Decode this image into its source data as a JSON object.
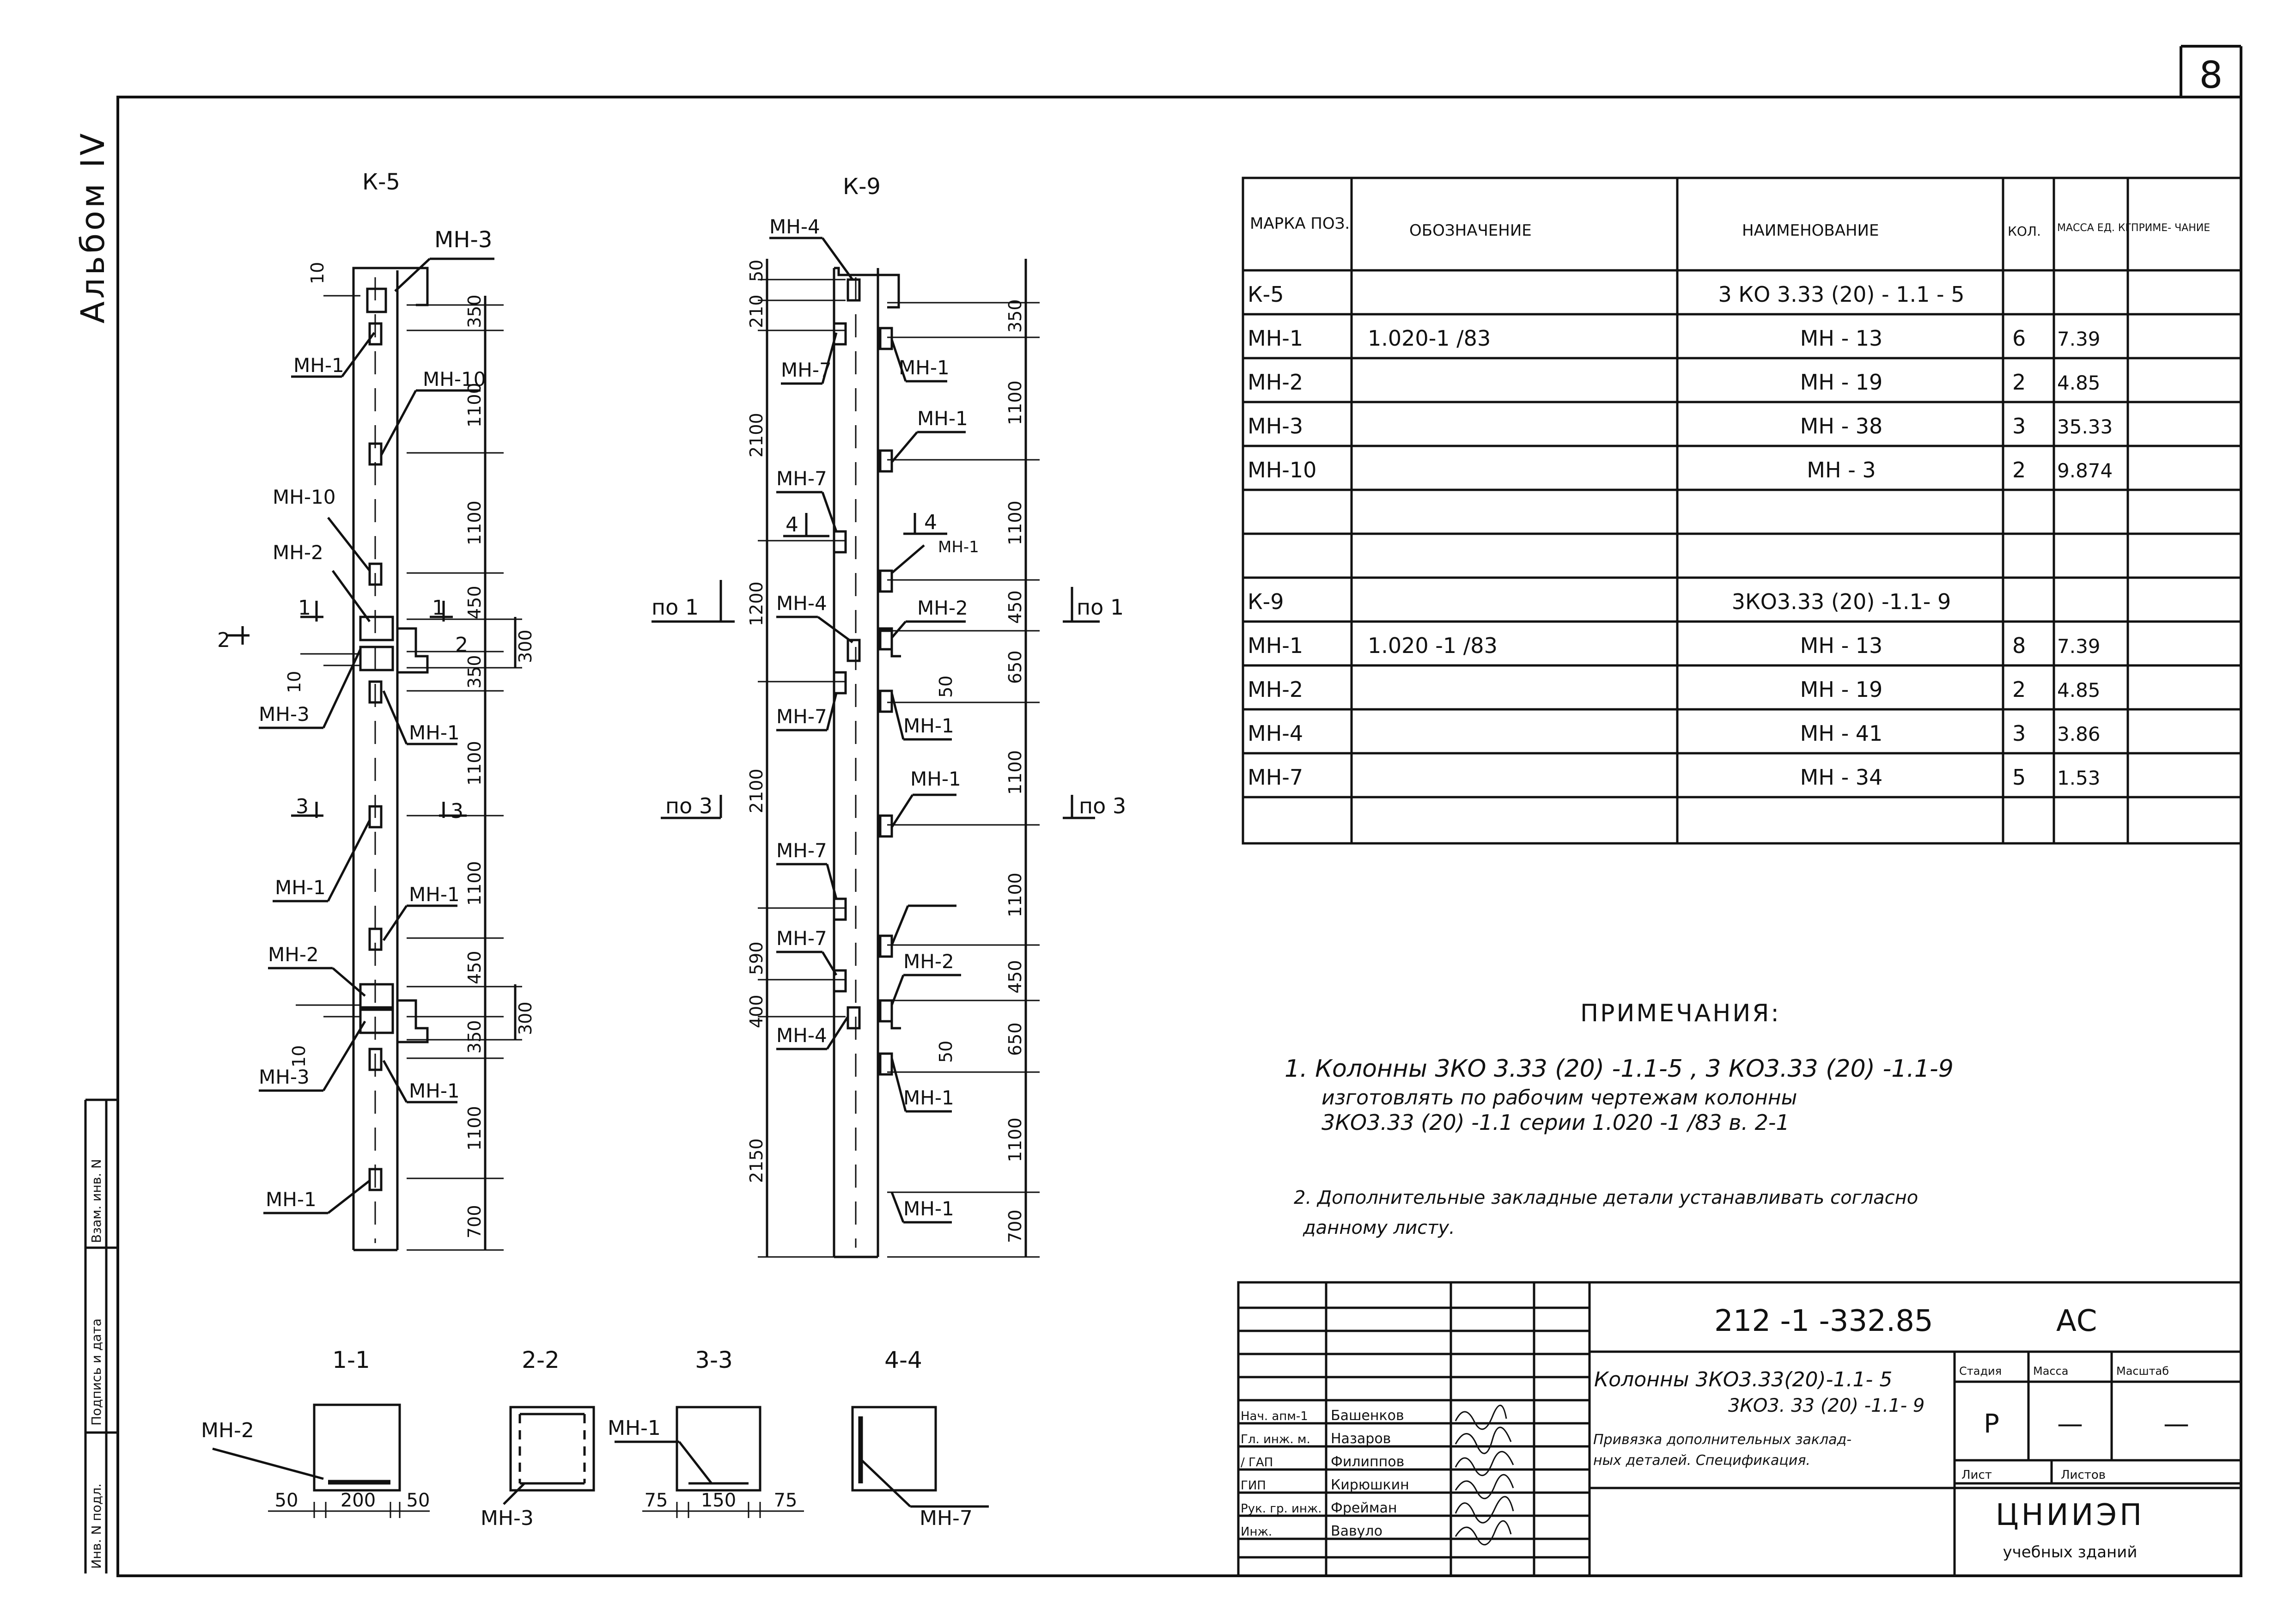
{
  "sheet_number": "8",
  "album": "Альбом IV",
  "side_stamp": [
    "Инв. N подл.",
    "Подпись и дата",
    "Взам. инв. N"
  ],
  "columns": [
    {
      "id": "K-5",
      "title": "К-5",
      "dims": [
        "350",
        "1100",
        "1100",
        "450",
        "350",
        "1100",
        "1100",
        "450",
        "350",
        "1100",
        "700"
      ],
      "dims_outer": [
        "300",
        "300"
      ],
      "small_dims": [
        "10",
        "10",
        "10"
      ],
      "parts": [
        "МН-3",
        "МН-1",
        "МН-10",
        "МН-10",
        "МН-2",
        "МН-3",
        "МН-1",
        "МН-1",
        "МН-1",
        "МН-2",
        "МН-3",
        "МН-1",
        "МН-1"
      ],
      "cuts": [
        "1",
        "1",
        "2",
        "2",
        "3",
        "3"
      ]
    },
    {
      "id": "K-9",
      "title": "К-9",
      "dims_left": [
        "50",
        "210",
        "2100",
        "1200",
        "2100",
        "590",
        "400",
        "2150"
      ],
      "dims_right": [
        "350",
        "1100",
        "1100",
        "450",
        "650",
        "50",
        "1100",
        "1100",
        "450",
        "650",
        "50",
        "1100",
        "700"
      ],
      "parts": [
        "МН-4",
        "МН-7",
        "МН-1",
        "МН-1",
        "МН-7",
        "МН-1",
        "МН-4",
        "МН-2",
        "МН-7",
        "МН-1",
        "МН-7",
        "МН-1",
        "МН-7",
        "МН-2",
        "МН-4",
        "МН-1",
        "МН-1"
      ],
      "cuts": [
        "4",
        "4",
        "по 1",
        "по 1",
        "по 3",
        "по 3"
      ]
    }
  ],
  "sections": [
    {
      "title": "1-1",
      "part": "МН-2",
      "dims": [
        "50",
        "200",
        "50"
      ]
    },
    {
      "title": "2-2",
      "part": "МН-3",
      "dims": []
    },
    {
      "title": "3-3",
      "part": "МН-1",
      "dims": [
        "75",
        "150",
        "75"
      ]
    },
    {
      "title": "4-4",
      "part": "МН-7",
      "dims": []
    }
  ],
  "spec": {
    "headers": [
      "МАРКА ПОЗ.",
      "ОБОЗНАЧЕНИЕ",
      "НАИМЕНОВАНИЕ",
      "КОЛ.",
      "МАССА ЕД. КГ",
      "ПРИМЕ- ЧАНИЕ"
    ],
    "rows": [
      [
        "К-5",
        "",
        "3 КО 3.33 (20) - 1.1 - 5",
        "",
        "",
        ""
      ],
      [
        "МН-1",
        "1.020-1 /83",
        "МН - 13",
        "6",
        "7.39",
        ""
      ],
      [
        "МН-2",
        "",
        "МН - 19",
        "2",
        "4.85",
        ""
      ],
      [
        "МН-3",
        "",
        "МН - 38",
        "3",
        "35.33",
        ""
      ],
      [
        "МН-10",
        "",
        "МН - 3",
        "2",
        "9.874",
        ""
      ],
      [
        "",
        "",
        "",
        "",
        "",
        ""
      ],
      [
        "",
        "",
        "",
        "",
        "",
        ""
      ],
      [
        "К-9",
        "",
        "3КО3.33 (20) -1.1- 9",
        "",
        "",
        ""
      ],
      [
        "МН-1",
        "1.020 -1 /83",
        "МН - 13",
        "8",
        "7.39",
        ""
      ],
      [
        "МН-2",
        "",
        "МН - 19",
        "2",
        "4.85",
        ""
      ],
      [
        "МН-4",
        "",
        "МН - 41",
        "3",
        "3.86",
        ""
      ],
      [
        "МН-7",
        "",
        "МН - 34",
        "5",
        "1.53",
        ""
      ],
      [
        "",
        "",
        "",
        "",
        "",
        ""
      ]
    ]
  },
  "notes": {
    "title": "ПРИМЕЧАНИЯ:",
    "n1_l1": "1. Колонны 3КО 3.33 (20) -1.1-5 , 3 КО3.33 (20) -1.1-9",
    "n1_l2": "изготовлять по рабочим чертежам колонны",
    "n1_l3": "3КО3.33 (20) -1.1 серии 1.020 -1 /83 в. 2-1",
    "n2_l1": "2. Дополнительные закладные детали устанавливать согласно",
    "n2_l2": "данному листу."
  },
  "title_block": {
    "code": "212 -1 -332.85",
    "ac": "АС",
    "desc_l1": "Колонны 3КО3.33(20)-1.1- 5",
    "desc_l2": "3КО3. 33 (20) -1.1- 9",
    "desc_l3": "Привязка дополнительных заклад-",
    "desc_l4": "ных деталей. Спецификация.",
    "stage_h": "Стадия",
    "mass_h": "Масса",
    "scale_h": "Масштаб",
    "stage": "Р",
    "mass": "—",
    "scale": "—",
    "sheet_h": "Лист",
    "sheets_h": "Листов",
    "org_l1": "ЦНИИЭП",
    "org_l2": "учебных зданий",
    "staff": [
      [
        "Нач. апм-1",
        "Башенков"
      ],
      [
        "Гл. инж. м.",
        "Назаров"
      ],
      [
        "/ ГАП",
        "Филиппов"
      ],
      [
        "ГИП",
        "Кирюшкин"
      ],
      [
        "Рук. гр. инж.",
        "Фрейман"
      ],
      [
        "Инж.",
        "Вавуло"
      ]
    ]
  }
}
